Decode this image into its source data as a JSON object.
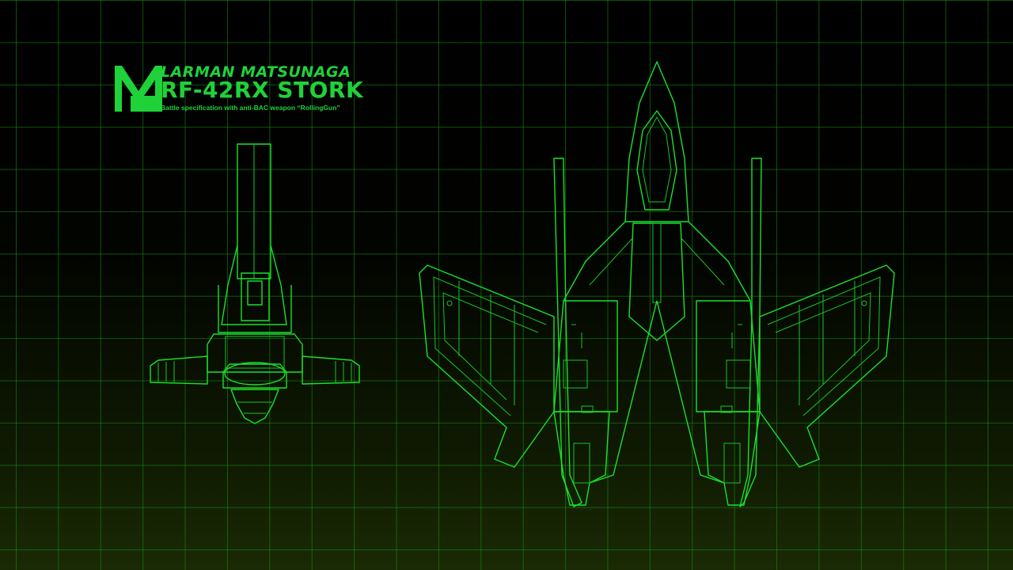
{
  "header": {
    "maker": "LARMAN MATSUNAGA",
    "model": "RF-42RX STORK",
    "subtitle": "Battle specification with anti-BAC weapon “RollingGun”"
  },
  "colors": {
    "wireframe": "#19e12c",
    "grid": "#149614",
    "background_top": "#000000",
    "background_bottom": "#1a2a04"
  },
  "icons": {
    "logo": "lm-logo-icon"
  },
  "views": [
    "front-view",
    "top-view"
  ]
}
